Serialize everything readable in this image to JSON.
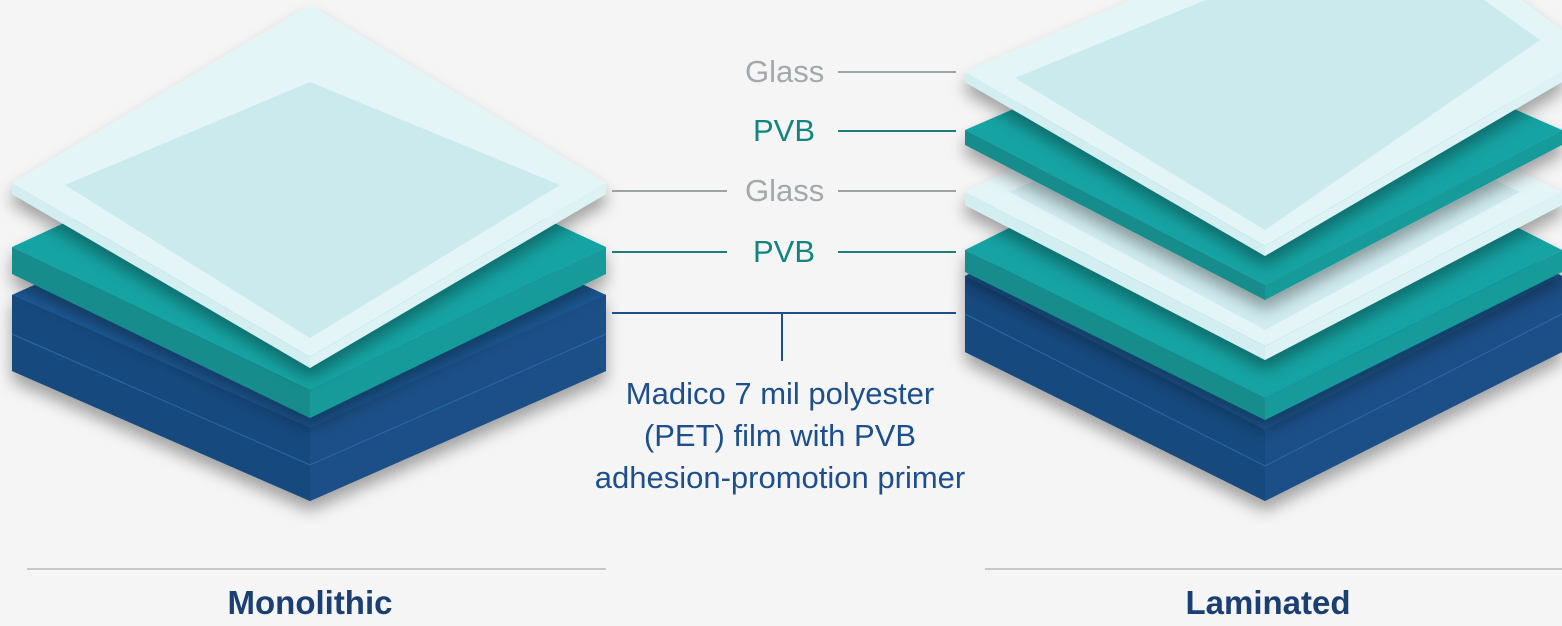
{
  "labels": {
    "glass_top": "Glass",
    "pvb_top": "PVB",
    "glass_mid": "Glass",
    "pvb_mid": "PVB"
  },
  "film": {
    "lines": [
      "Madico 7 mil polyester",
      "(PET) film with PVB",
      "adhesion-promotion primer"
    ]
  },
  "captions": {
    "left": "Monolithic",
    "right": "Laminated"
  },
  "colors": {
    "glass": "#cdebee",
    "glass_edge": "#e6f6f8",
    "pvb": "#17a3a3",
    "film": "#1d5a96",
    "label_glass": "#a2a9ac",
    "label_pvb": "#13857f",
    "label_film": "#1d4f8e",
    "caption": "#1b3f73"
  }
}
